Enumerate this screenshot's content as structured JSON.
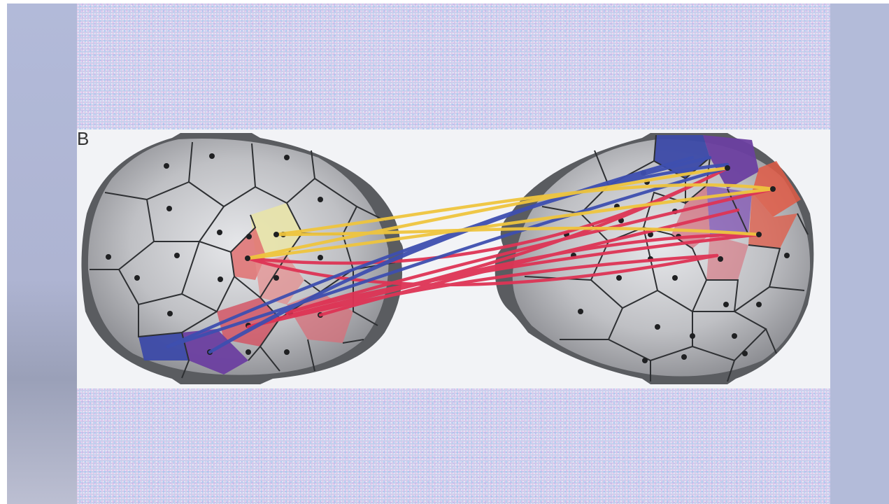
{
  "panel_letter": "B",
  "colors": {
    "background": "#b4bcda",
    "texture_base": "#c6cfec",
    "figure_panel": "#f2f3f6",
    "head": "#5a5c60",
    "cortex": "#c9cacd",
    "region_yellow": "#e8e3a8",
    "region_red": "#e07070",
    "region_blue": "#3c4aa8",
    "region_purple": "#6b3fa0",
    "line_yellow": "#efc53e",
    "line_blue": "#3e4fb0",
    "line_red": "#de3455"
  },
  "icons": [
    "brain-icon-left",
    "brain-icon-right",
    "connection-lines"
  ]
}
